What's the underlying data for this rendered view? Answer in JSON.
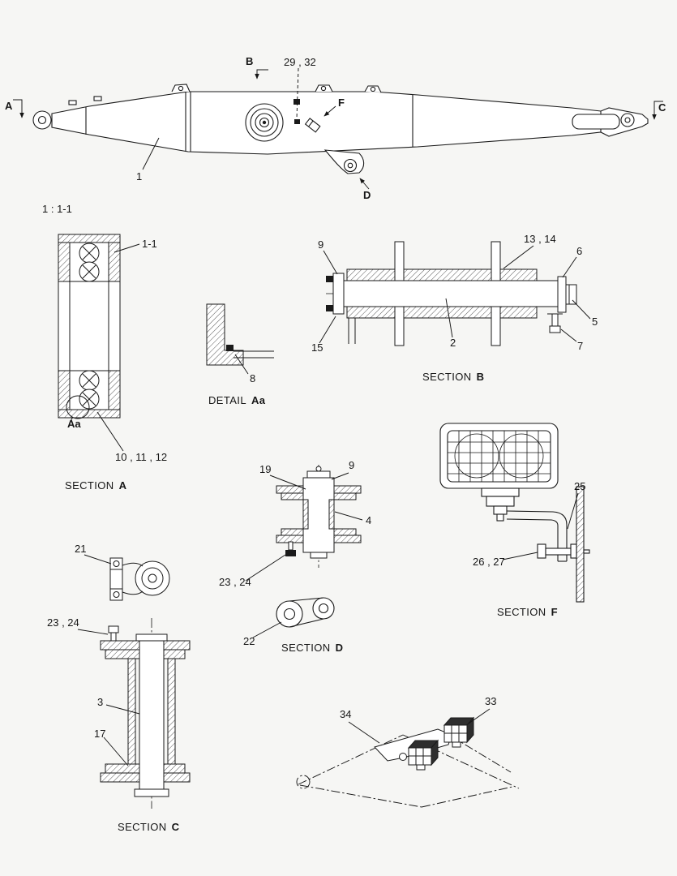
{
  "drawing": {
    "scale_note": "1 : 1-1"
  },
  "boom": {
    "view_a": "A",
    "view_b": "B",
    "view_c": "C",
    "view_d": "D",
    "view_f": "F",
    "callout_1": "1",
    "callout_29_32": "29 , 32"
  },
  "section_a": {
    "title_prefix": "SECTION",
    "title_letter": "A",
    "callout_1_1": "1-1",
    "callout_aa": "Aa",
    "callout_10_11_12": "10 , 11 , 12"
  },
  "detail_aa": {
    "title_prefix": "DETAIL",
    "title_letter": "Aa",
    "callout_8": "8"
  },
  "section_b": {
    "title_prefix": "SECTION",
    "title_letter": "B",
    "callout_9": "9",
    "callout_13_14": "13 , 14",
    "callout_6": "6",
    "callout_15": "15",
    "callout_2": "2",
    "callout_5": "5",
    "callout_7": "7"
  },
  "pin_assembly": {
    "callout_19": "19",
    "callout_9": "9",
    "callout_4": "4",
    "callout_23_24": "23 , 24"
  },
  "bracket_21": {
    "callout_21": "21"
  },
  "section_d": {
    "title_prefix": "SECTION",
    "title_letter": "D",
    "callout_22": "22"
  },
  "section_f": {
    "title_prefix": "SECTION",
    "title_letter": "F",
    "callout_25": "25",
    "callout_26_27": "26 , 27"
  },
  "section_c": {
    "title_prefix": "SECTION",
    "title_letter": "C",
    "callout_23_24": "23 , 24",
    "callout_3": "3",
    "callout_17": "17"
  },
  "lamp_bracket": {
    "callout_33": "33",
    "callout_34": "34"
  }
}
